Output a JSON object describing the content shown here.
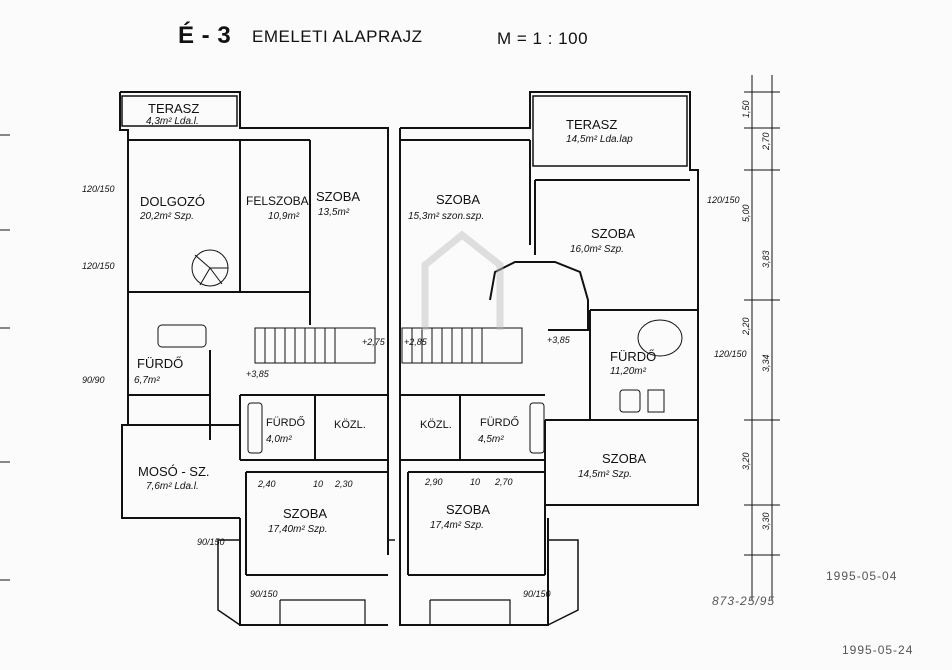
{
  "header": {
    "id": "É - 3",
    "title": "EMELETI ALAPRAJZ",
    "scale": "M = 1 : 100"
  },
  "rooms": [
    {
      "name": "TERASZ",
      "area": "4,3m² Lda.l."
    },
    {
      "name": "DOLGOZÓ",
      "area": "20,2m² Szp."
    },
    {
      "name": "FELSZOBA",
      "area": "10,9m²"
    },
    {
      "name": "SZOBA",
      "area": "13,5m²"
    },
    {
      "name": "SZOBA",
      "area": "15,3m² szon.szp."
    },
    {
      "name": "TERASZ",
      "area": "14,5m² Lda.lap"
    },
    {
      "name": "SZOBA",
      "area": "16,0m² Szp."
    },
    {
      "name": "FÜRDŐ",
      "area": "6,7m²"
    },
    {
      "name": "MOSÓ - SZ.",
      "area": "7,6m² Lda.l."
    },
    {
      "name": "FÜRDŐ",
      "area": "4,0m²"
    },
    {
      "name": "KÖZL."
    },
    {
      "name": "KÖZL."
    },
    {
      "name": "FÜRDŐ",
      "area": "4,5m²"
    },
    {
      "name": "FÜRDŐ",
      "area": "11,20m²"
    },
    {
      "name": "SZOBA",
      "area": "14,5m² Szp."
    },
    {
      "name": "SZOBA",
      "area": "17,40m² Szp."
    },
    {
      "name": "SZOBA",
      "area": "17,4m² Szp."
    }
  ],
  "dimensions": {
    "openings": [
      "120/150",
      "120/150",
      "90/90",
      "90/150",
      "90/150",
      "90/150",
      "120/150",
      "120/150"
    ],
    "inner": [
      "2,40",
      "10",
      "2,30",
      "2,90",
      "10",
      "2,70",
      "+2,75",
      "+2,85",
      "+3,85",
      "+3,85"
    ],
    "right_column": [
      "1,50",
      "2,70",
      "5,00",
      "3,83",
      "2,20",
      "3,34",
      "3,20",
      "3,30"
    ]
  },
  "stamps": {
    "date_top": "1995-05-04",
    "date_bottom": "1995-05-24",
    "ref": "873-25/95"
  }
}
